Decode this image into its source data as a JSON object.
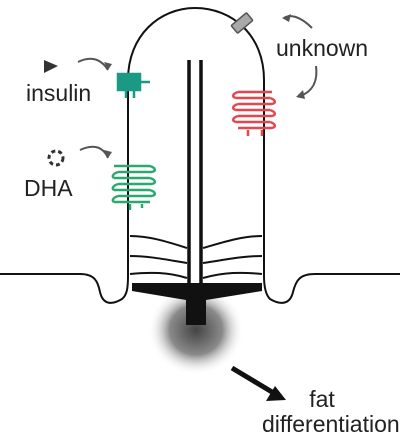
{
  "labels": {
    "insulin": "insulin",
    "dha": "DHA",
    "unknown": "unknown",
    "outcome_line1": "fat",
    "outcome_line2": "differentiation"
  },
  "colors": {
    "outline": "#111111",
    "insulin_receptor": "#1a9a84",
    "dha_receptor": "#2aa870",
    "unknown_receptor": "#e4474f",
    "unknown_ligand": "#a9a9a9",
    "arrow": "#555555",
    "basal_body_glow": "#777777"
  },
  "icons": {
    "insulin_ligand": "triangle-icon",
    "dha_ligand": "dashed-ring-icon",
    "unknown_ligand": "gray-rectangle-icon"
  }
}
